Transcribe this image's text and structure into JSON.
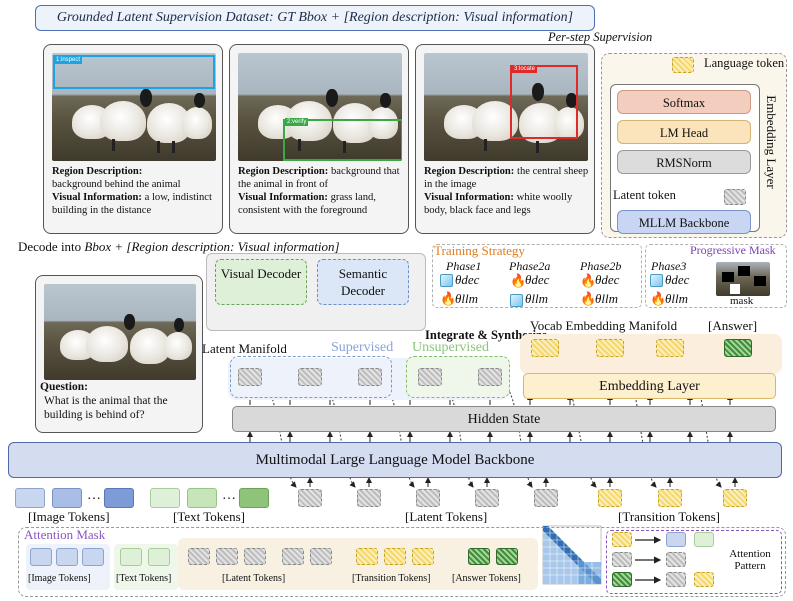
{
  "title": "Grounded Latent Supervision Dataset: GT Bbox + [Region description: Visual information]",
  "per_step_label": "Per-step Supervision",
  "examples": [
    {
      "tag": "1:inspect",
      "color": "#1fa3e0",
      "rd_label": "Region Description:",
      "rd_text": "background behind the animal",
      "vi_label": "Visual Information:",
      "vi_text": "a low, indistinct building in the distance"
    },
    {
      "tag": "2:verify",
      "color": "#3aa845",
      "rd_label": "Region Description:",
      "rd_text": "background that the animal in front of",
      "vi_label": "Visual Information:",
      "vi_text": "grass land, consistent with the foreground"
    },
    {
      "tag": "3:locate",
      "color": "#e02a2a",
      "rd_label": "Region Description:",
      "rd_text": "the central sheep in the image",
      "vi_label": "Visual Information:",
      "vi_text": "white woolly body, black face and legs"
    }
  ],
  "embedding_panel": {
    "language_token": "Language token",
    "softmax": "Softmax",
    "lm_head": "LM Head",
    "rmsnorm": "RMSNorm",
    "latent_token": "Latent token",
    "backbone": "MLLM Backbone",
    "side_label": "Embedding Layer"
  },
  "decode_label_pre": "Decode into ",
  "decode_label_em": "Bbox + [Region description: Visual information]",
  "question": {
    "label": "Question:",
    "text": "What is the animal that the building is behind of?"
  },
  "decoders": {
    "visual": "Visual Decoder",
    "semantic": "Semantic Decoder"
  },
  "training": {
    "title": "Training Strategy",
    "phases": [
      "Phase1",
      "Phase2a",
      "Phase2b",
      "Phase3"
    ],
    "theta_dec": "θdec",
    "theta_llm": "θllm",
    "progressive": "Progressive Mask",
    "mask": "mask"
  },
  "integrate": "Integrate & Synthesize",
  "latent_manifold": "Latent Manifold",
  "supervised": "Supervised",
  "unsupervised": "Unsupervised",
  "vocab_manifold": "Vocab Embedding Manifold",
  "answer": "[Answer]",
  "embedding_layer": "Embedding Layer",
  "hidden_state": "Hidden State",
  "mllm": "Multimodal Large Language Model Backbone",
  "token_labels": {
    "image": "[Image Tokens]",
    "text": "[Text Tokens]",
    "latent": "[Latent Tokens]",
    "transition": "[Transition Tokens]",
    "answer": "[Answer Tokens]",
    "ellipsis": "…"
  },
  "attention_mask": "Attention Mask",
  "attention_pattern": "Attention Pattern",
  "colors": {
    "accent_blue": "#4f68a8",
    "training_orange": "#e07b22",
    "progressive_purple": "#7b3fb5",
    "attention_purple": "#8a56c2"
  }
}
